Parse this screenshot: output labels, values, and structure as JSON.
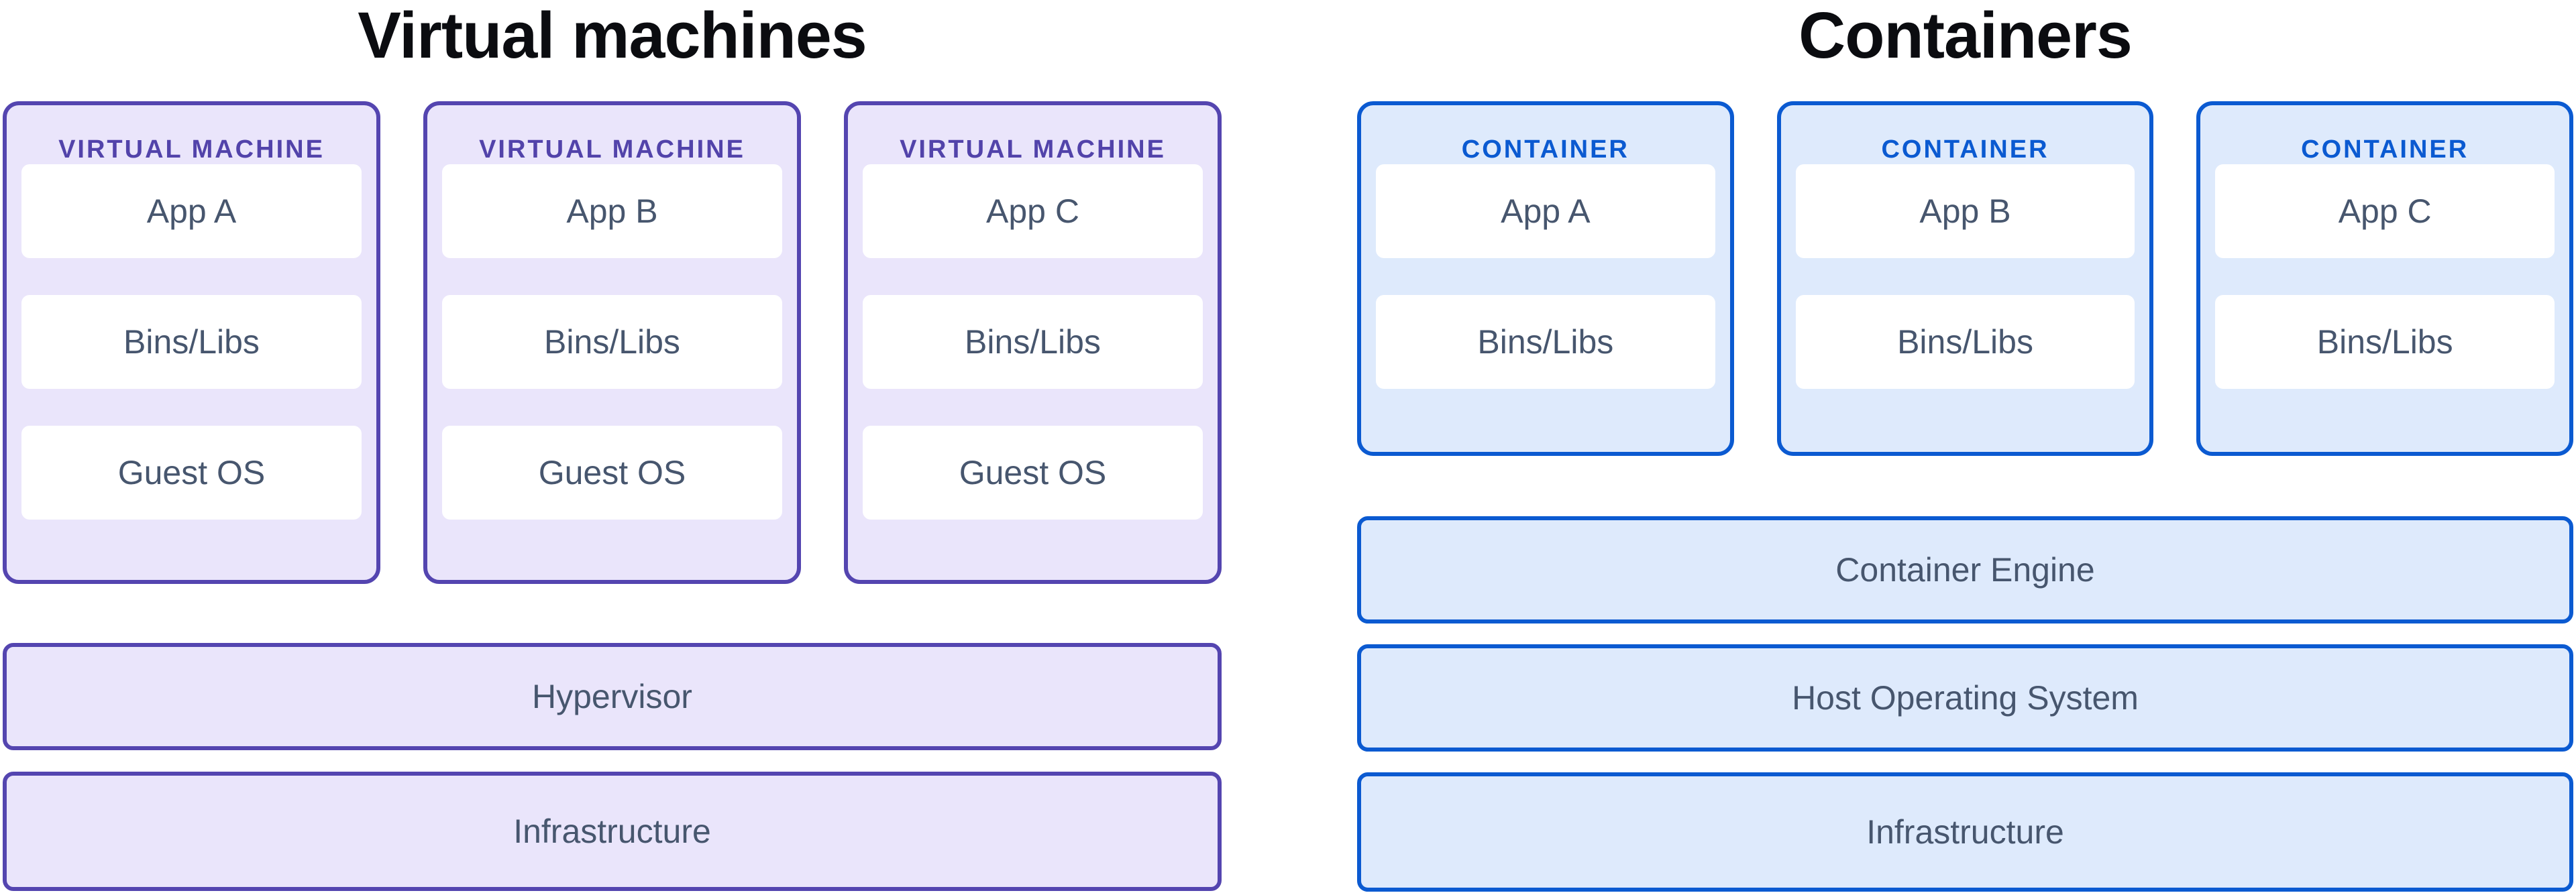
{
  "vm": {
    "title": "Virtual machines",
    "cards": [
      {
        "label": "VIRTUAL MACHINE",
        "layers": [
          "App A",
          "Bins/Libs",
          "Guest OS"
        ]
      },
      {
        "label": "VIRTUAL MACHINE",
        "layers": [
          "App B",
          "Bins/Libs",
          "Guest OS"
        ]
      },
      {
        "label": "VIRTUAL MACHINE",
        "layers": [
          "App C",
          "Bins/Libs",
          "Guest OS"
        ]
      }
    ],
    "stack": [
      "Hypervisor",
      "Infrastructure"
    ]
  },
  "containers": {
    "title": "Containers",
    "cards": [
      {
        "label": "CONTAINER",
        "layers": [
          "App A",
          "Bins/Libs"
        ]
      },
      {
        "label": "CONTAINER",
        "layers": [
          "App B",
          "Bins/Libs"
        ]
      },
      {
        "label": "CONTAINER",
        "layers": [
          "App C",
          "Bins/Libs"
        ]
      }
    ],
    "stack": [
      "Container Engine",
      "Host Operating System",
      "Infrastructure"
    ]
  },
  "colors": {
    "title_text": "#0b0c10",
    "layer_text": "#47566e",
    "layer_fill": "#ffffff",
    "vm_border": "#5445b0",
    "vm_fill": "#eae5fb",
    "vm_label": "#5243aa",
    "container_border": "#0b5ad1",
    "container_fill": "#deeafc",
    "container_label": "#0b5ad1"
  }
}
